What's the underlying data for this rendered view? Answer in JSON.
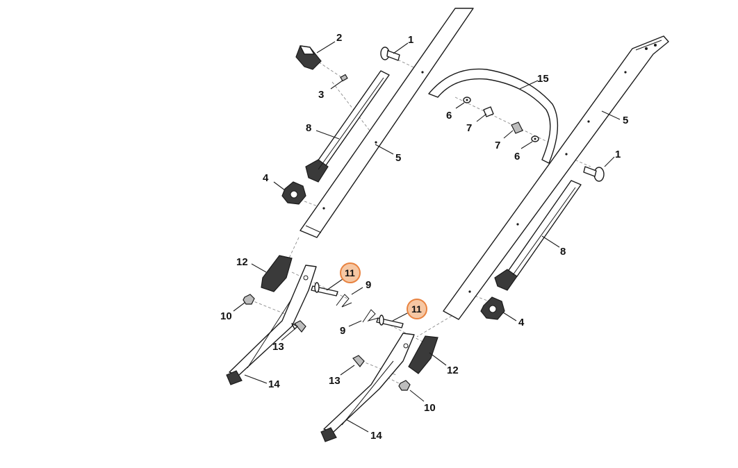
{
  "accent_color": "#e8823f",
  "highlight_fill": "#f6c7a3",
  "callouts": {
    "c1_top": "1",
    "c2": "2",
    "c3": "3",
    "c8_left": "8",
    "c4_left": "4",
    "c5_left": "5",
    "c15": "15",
    "c6_left": "6",
    "c7_left": "7",
    "c7_right": "7",
    "c6_right": "6",
    "c5_right": "5",
    "c1_right": "1",
    "c8_right": "8",
    "c4_right": "4",
    "c12_left": "12",
    "c11_left": "11",
    "c9_left": "9",
    "c10_left": "10",
    "c13_left": "13",
    "c14_left": "14",
    "c11_right": "11",
    "c9_right": "9",
    "c12_right": "12",
    "c13_right": "13",
    "c10_right": "10",
    "c14_right": "14"
  }
}
